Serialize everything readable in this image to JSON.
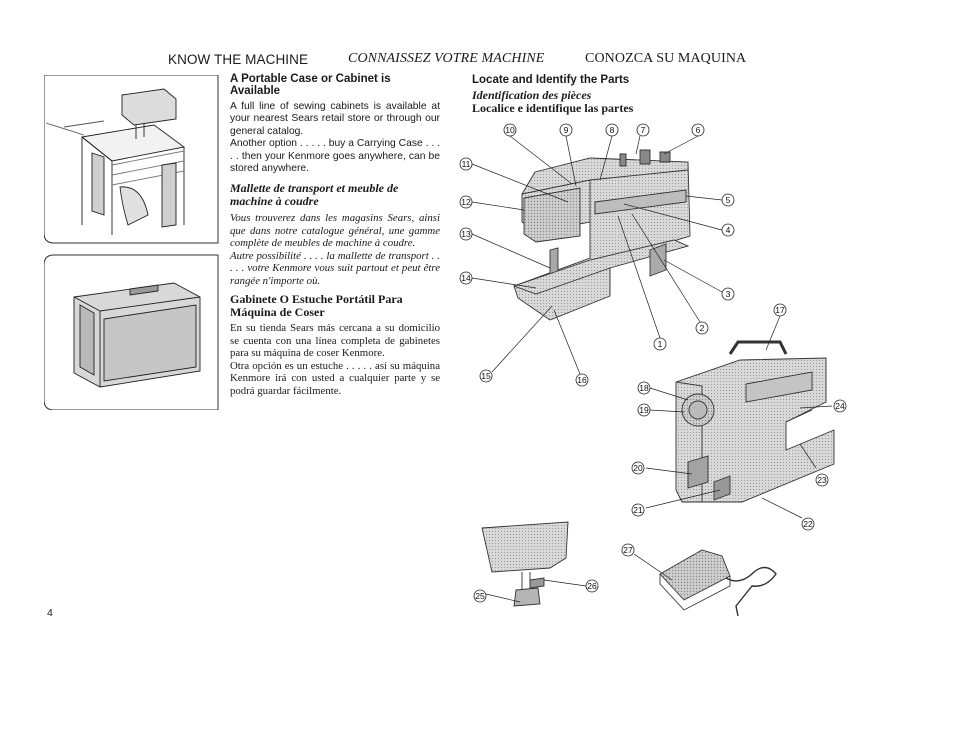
{
  "header": {
    "en": "KNOW THE MACHINE",
    "fr": "CONNAISSEZ VOTRE MACHINE",
    "es": "CONOZCA SU MAQUINA"
  },
  "left_column": {
    "en_heading": "A Portable Case or Cabinet is Available",
    "en_p1": "A full line of sewing cabinets is available at your nearest Sears retail store or through our general catalog.",
    "en_p2": "Another option . . . . . buy a Carrying Case . . . . . then your Kenmore goes anywhere, can be stored anywhere.",
    "fr_heading": "Mallette de transport et meuble de machine à coudre",
    "fr_p1": "Vous trouverez dans les magasins Sears, ainsi que dans notre catalogue général, une gamme complète de meubles de machine à coudre.",
    "fr_p2": "Autre possibilité . . . . la mallette de transport . . . . . votre Kenmore vous suit partout et peut être rangée n'importe où.",
    "es_heading": "Gabinete O Estuche Portátil Para Máquina de Coser",
    "es_p1": "En su tienda Sears más cercana a su domicilio se cuenta con una línea completa de gabinetes para su máquina de coser Kenmore.",
    "es_p2": "Otra opción es un estuche . . . . . así su máquina Kenmore irá con usted a cualquier parte y se podrá guardar fácilmente."
  },
  "parts_section": {
    "en": "Locate and Identify the Parts",
    "fr": "Identification des pièces",
    "es": "Localice e identifique las partes"
  },
  "callouts": [
    "1",
    "2",
    "3",
    "4",
    "5",
    "6",
    "7",
    "8",
    "9",
    "10",
    "11",
    "12",
    "13",
    "14",
    "15",
    "16",
    "17",
    "18",
    "19",
    "20",
    "21",
    "22",
    "23",
    "24",
    "25",
    "26",
    "27"
  ],
  "page_number": "4"
}
